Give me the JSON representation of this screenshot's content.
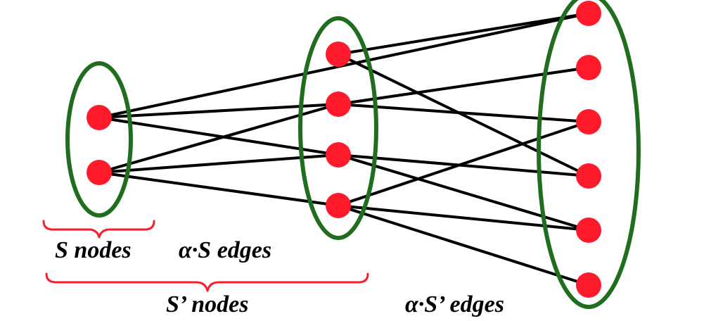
{
  "labels": {
    "s_nodes": "S nodes",
    "alpha_s_edges": "α·S edges",
    "s_prime_nodes": "S’ nodes",
    "alpha_s_prime_edges": "α·S’ edges"
  },
  "colors": {
    "node": "#ff1a2b",
    "group_outline": "#1e6e1e",
    "edge": "#000000",
    "brace": "#ff1a2b"
  },
  "graph": {
    "layers": [
      {
        "id": "S",
        "nodes": [
          "s1",
          "s2"
        ]
      },
      {
        "id": "S-prime",
        "nodes": [
          "m1",
          "m2",
          "m3",
          "m4"
        ]
      },
      {
        "id": "outer",
        "nodes": [
          "r1",
          "r2",
          "r3",
          "r4",
          "r5",
          "r6"
        ]
      }
    ],
    "edges": [
      [
        "s1",
        "m2"
      ],
      [
        "s1",
        "m3"
      ],
      [
        "s1",
        "r1"
      ],
      [
        "s2",
        "m2"
      ],
      [
        "s2",
        "m3"
      ],
      [
        "s2",
        "m4"
      ],
      [
        "m1",
        "r1"
      ],
      [
        "m1",
        "r4"
      ],
      [
        "m2",
        "r2"
      ],
      [
        "m2",
        "r3"
      ],
      [
        "m3",
        "r4"
      ],
      [
        "m3",
        "r5"
      ],
      [
        "m4",
        "r3"
      ],
      [
        "m4",
        "r5"
      ],
      [
        "m4",
        "r6"
      ]
    ]
  }
}
